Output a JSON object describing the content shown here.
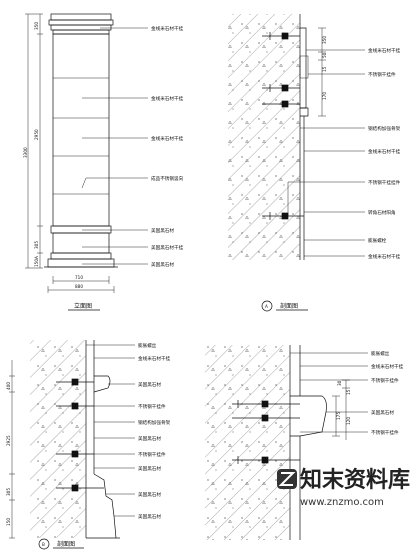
{
  "view1": {
    "caption": "立面图",
    "height_dims": [
      "350",
      "3300",
      "2950",
      "305",
      "150A"
    ],
    "width_dims": [
      "710",
      "880"
    ],
    "labels": [
      "金线米石材干挂",
      "金线米石材干挂",
      "金线米石材干挂",
      "成品不锈钢竖向",
      "美国黑石材",
      "美国黑石材干挂",
      "美国黑石材"
    ]
  },
  "view2": {
    "marker": "A",
    "caption": "剖面图",
    "dims": [
      "350",
      "50",
      "15",
      "170"
    ],
    "labels": [
      "金线米石材干挂",
      "不锈钢干挂件",
      "钢结构加强骨架",
      "金线米石材干挂",
      "不锈钢干挂挂件",
      "转角石材阳角",
      "膨胀螺栓",
      "金线米石材干挂"
    ]
  },
  "view3": {
    "marker": "B",
    "caption": "剖面图",
    "dims": [
      "400",
      "2925",
      "305",
      "150"
    ],
    "labels": [
      "膨胀螺丝",
      "金线米石材干挂",
      "美国黑石材",
      "不锈钢干挂件",
      "钢结构加强骨架",
      "美国黑石材",
      "不锈钢干挂件",
      "美国黑石材",
      "美国黑石材",
      "美国黑石材"
    ]
  },
  "view4": {
    "dims": [
      "30",
      "15",
      "175",
      "120"
    ],
    "labels": [
      "膨胀螺丝",
      "金线米石材干挂",
      "不锈钢干挂件",
      "美国黑石材",
      "不锈钢干挂件"
    ]
  },
  "watermark": {
    "cn": "知末资料库",
    "url": "www.znzmo.com"
  }
}
